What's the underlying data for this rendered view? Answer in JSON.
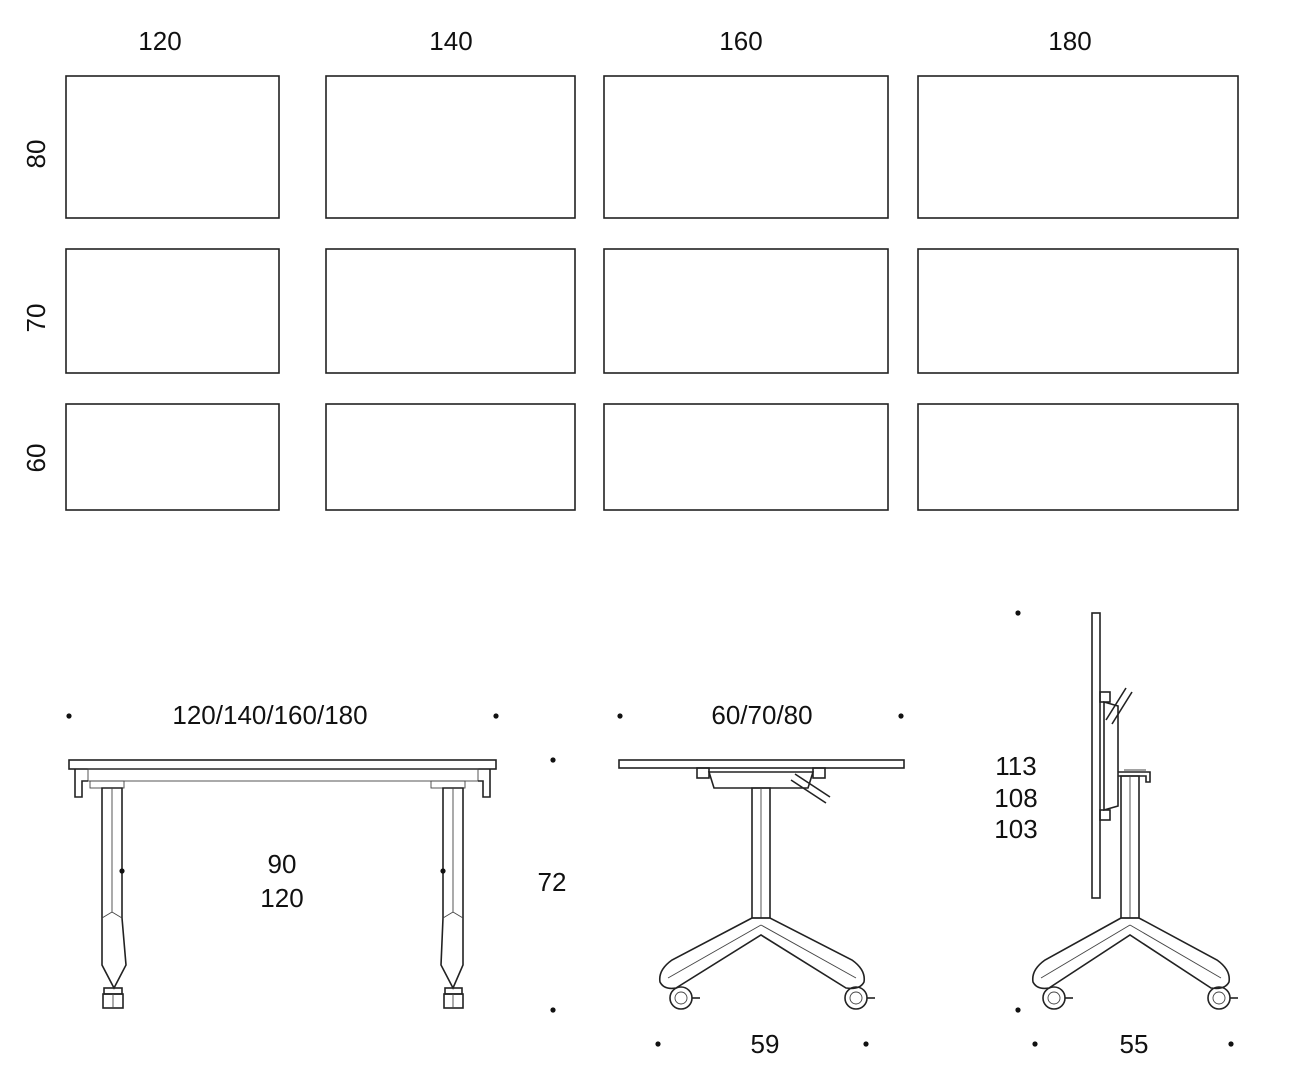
{
  "top_view": {
    "width_labels": [
      "120",
      "140",
      "160",
      "180"
    ],
    "depth_labels": [
      "80",
      "70",
      "60"
    ]
  },
  "front_view": {
    "width_label": "120/140/160/180",
    "leg_spacing_labels": [
      "90",
      "120"
    ],
    "height_label": "72"
  },
  "side_view": {
    "depth_label": "60/70/80",
    "base_label": "59"
  },
  "folded_view": {
    "height_labels": [
      "113",
      "108",
      "103"
    ],
    "base_label": "55"
  },
  "colors": {
    "line": "#222222",
    "background": "#ffffff"
  }
}
